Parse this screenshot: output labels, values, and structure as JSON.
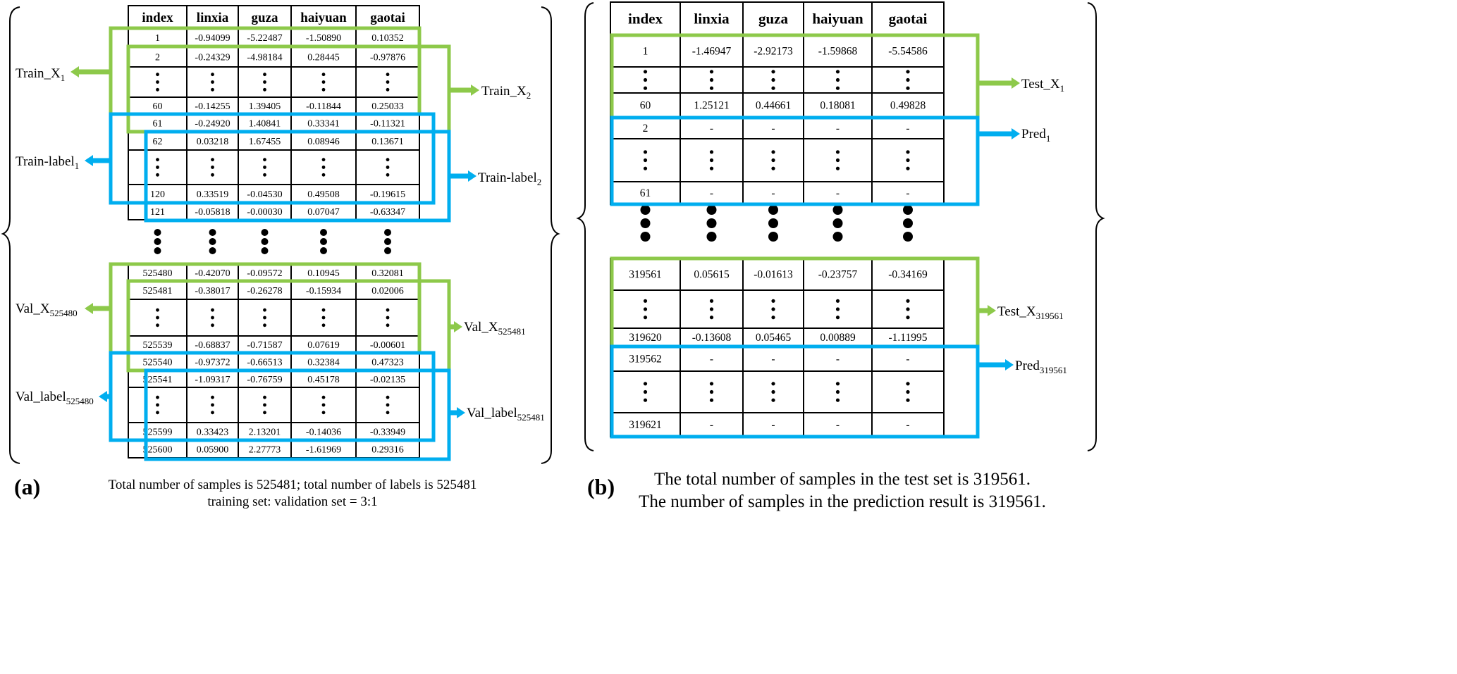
{
  "colors": {
    "green": "#8dc94a",
    "blue": "#00aeef",
    "line": "#000000"
  },
  "left": {
    "header": [
      "index",
      "linxia",
      "guza",
      "haiyuan",
      "gaotai"
    ],
    "top_rows": [
      [
        "1",
        "-0.94099",
        "-5.22487",
        "-1.50890",
        "0.10352"
      ],
      [
        "2",
        "-0.24329",
        "-4.98184",
        "0.28445",
        "-0.97876"
      ],
      null,
      [
        "60",
        "-0.14255",
        "1.39405",
        "-0.11844",
        "0.25033"
      ],
      [
        "61",
        "-0.24920",
        "1.40841",
        "0.33341",
        "-0.11321"
      ],
      [
        "62",
        "0.03218",
        "1.67455",
        "0.08946",
        "0.13671"
      ],
      null,
      [
        "120",
        "0.33519",
        "-0.04530",
        "0.49508",
        "-0.19615"
      ],
      [
        "121",
        "-0.05818",
        "-0.00030",
        "0.07047",
        "-0.63347"
      ]
    ],
    "bottom_rows": [
      [
        "525480",
        "-0.42070",
        "-0.09572",
        "0.10945",
        "0.32081"
      ],
      [
        "525481",
        "-0.38017",
        "-0.26278",
        "-0.15934",
        "0.02006"
      ],
      null,
      [
        "525539",
        "-0.68837",
        "-0.71587",
        "0.07619",
        "-0.00601"
      ],
      [
        "525540",
        "-0.97372",
        "-0.66513",
        "0.32384",
        "0.47323"
      ],
      [
        "525541",
        "-1.09317",
        "-0.76759",
        "0.45178",
        "-0.02135"
      ],
      null,
      [
        "525599",
        "0.33423",
        "2.13201",
        "-0.14036",
        "-0.33949"
      ],
      [
        "525600",
        "0.05900",
        "2.27773",
        "-1.61969",
        "0.29316"
      ]
    ],
    "labels": {
      "train_x1": {
        "base": "Train_X",
        "sub": "1"
      },
      "train_label1": {
        "base": "Train-label",
        "sub": "1"
      },
      "train_x2": {
        "base": "Train_X",
        "sub": "2"
      },
      "train_label2": {
        "base": "Train-label",
        "sub": "2"
      },
      "val_x1": {
        "base": "Val_X",
        "sub": "525480"
      },
      "val_label1": {
        "base": "Val_label",
        "sub": "525480"
      },
      "val_x2": {
        "base": "Val_X",
        "sub": "525481"
      },
      "val_label2": {
        "base": "Val_label",
        "sub": "525481"
      }
    },
    "caption": {
      "tag": "(a)",
      "line1": "Total number of samples is 525481; total number of labels is 525481",
      "line2": "training set: validation set = 3:1"
    }
  },
  "right": {
    "header": [
      "index",
      "linxia",
      "guza",
      "haiyuan",
      "gaotai"
    ],
    "top_rows": [
      [
        "1",
        "-1.46947",
        "-2.92173",
        "-1.59868",
        "-5.54586"
      ],
      null,
      [
        "60",
        "1.25121",
        "0.44661",
        "0.18081",
        "0.49828"
      ],
      [
        "2",
        "-",
        "-",
        "-",
        "-"
      ],
      null,
      [
        "61",
        "-",
        "-",
        "-",
        "-"
      ]
    ],
    "bottom_rows": [
      [
        "319561",
        "0.05615",
        "-0.01613",
        "-0.23757",
        "-0.34169"
      ],
      null,
      [
        "319620",
        "-0.13608",
        "0.05465",
        "0.00889",
        "-1.11995"
      ],
      [
        "319562",
        "-",
        "-",
        "-",
        "-"
      ],
      null,
      [
        "319621",
        "-",
        "-",
        "-",
        "-"
      ]
    ],
    "labels": {
      "test_x1": {
        "base": "Test_X",
        "sub": "1"
      },
      "pred1": {
        "base": "Pred",
        "sub": "1"
      },
      "test_x2": {
        "base": "Test_X",
        "sub": "319561"
      },
      "pred2": {
        "base": "Pred",
        "sub": "319561"
      }
    },
    "caption": {
      "tag": "(b)",
      "line1": "The total number of samples in the test set is 319561.",
      "line2": "The number of samples in the prediction result is 319561."
    }
  }
}
